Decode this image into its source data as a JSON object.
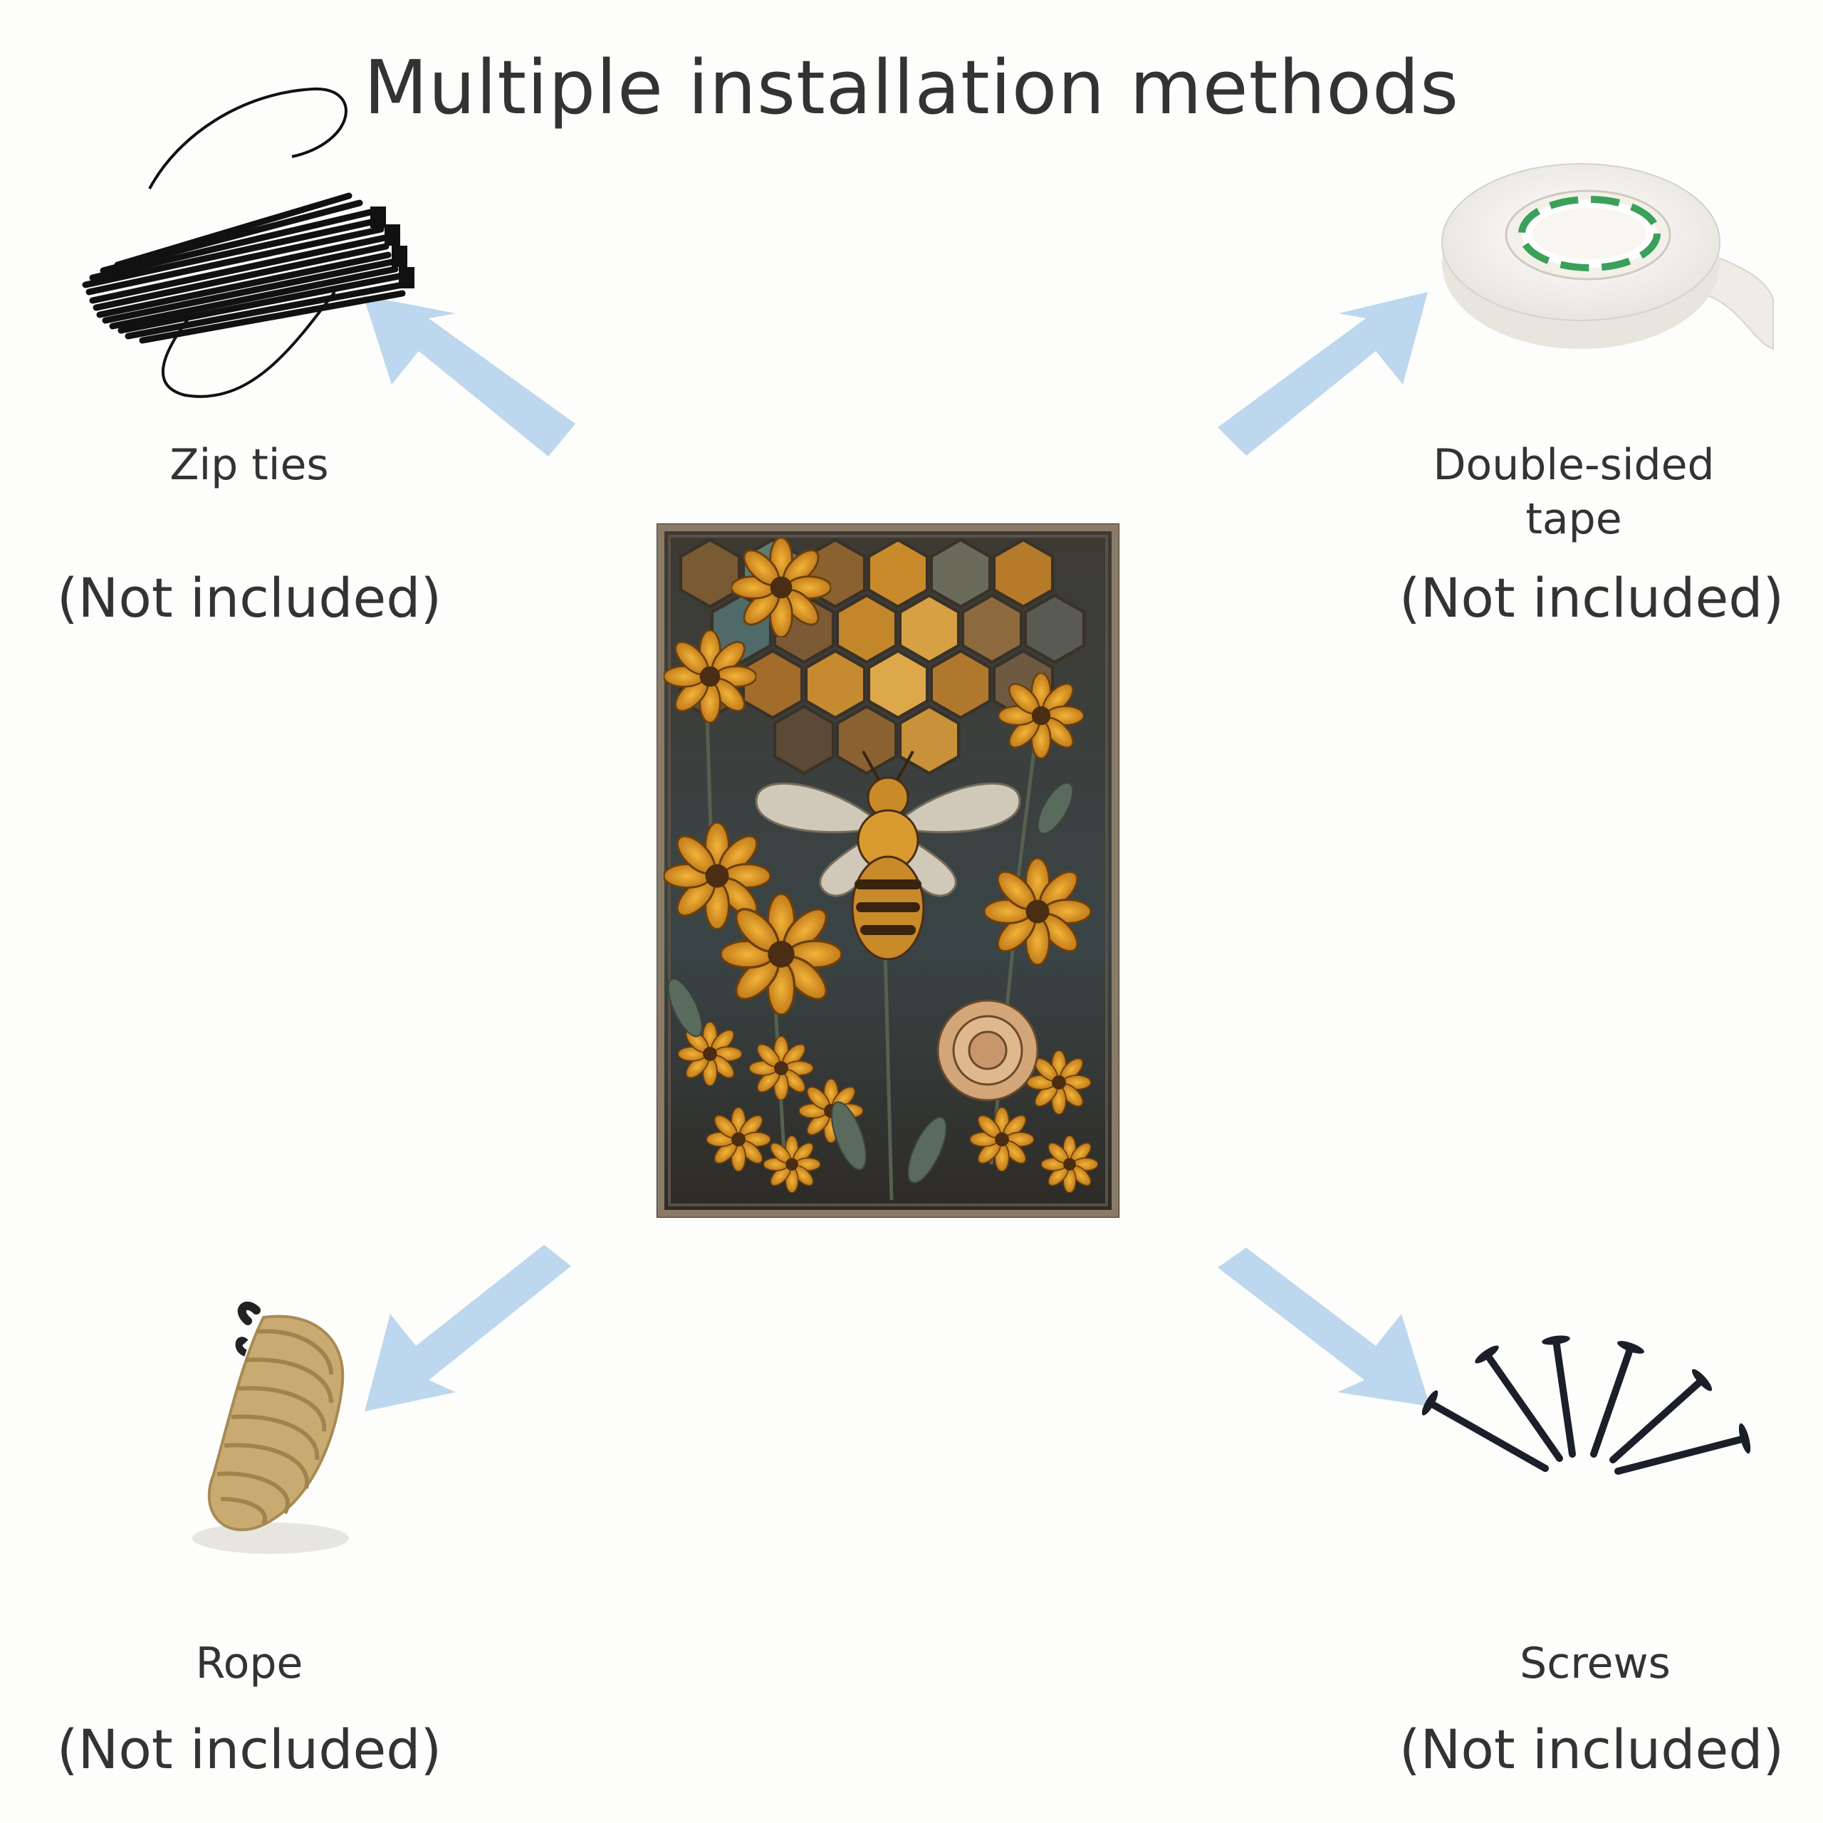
{
  "title": "Multiple installation methods",
  "arrow_color": "#bcd7ee",
  "methods": [
    {
      "name": "Zip ties",
      "note": "(Not included)",
      "icon": "zip-ties-icon"
    },
    {
      "name": "Double-sided tape",
      "note": "(Not included)",
      "icon": "tape-roll-icon"
    },
    {
      "name": "Rope",
      "note": "(Not included)",
      "icon": "rope-coil-icon"
    },
    {
      "name": "Screws",
      "note": "(Not included)",
      "icon": "screws-icon"
    }
  ],
  "center_image": "bee-honeycomb-metal-sign"
}
